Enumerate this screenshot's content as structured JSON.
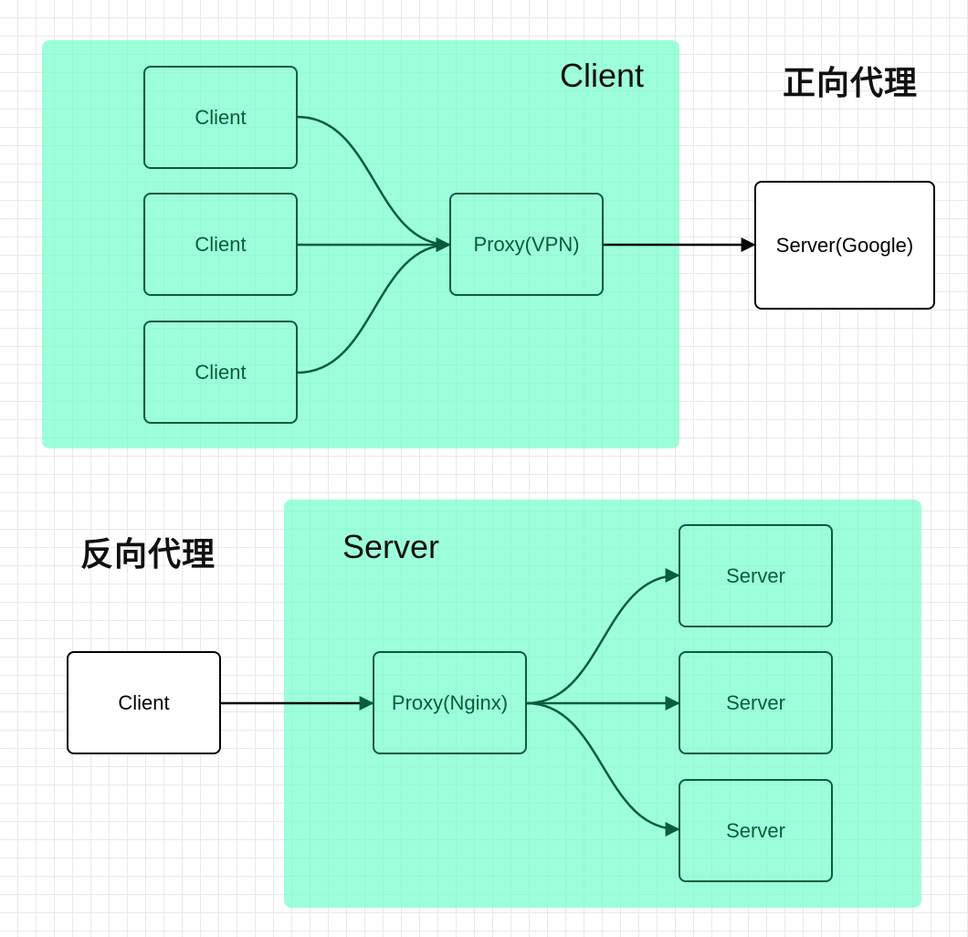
{
  "forward_proxy": {
    "heading": "正向代理",
    "group_title": "Client",
    "clients": [
      "Client",
      "Client",
      "Client"
    ],
    "proxy_label": "Proxy(VPN)",
    "server_label": "Server(Google)"
  },
  "reverse_proxy": {
    "heading": "反向代理",
    "group_title": "Server",
    "client_label": "Client",
    "proxy_label": "Proxy(Nginx)",
    "servers": [
      "Server",
      "Server",
      "Server"
    ]
  },
  "colors": {
    "group_fill": "#9cffd6",
    "group_edge": "#0a5c3d",
    "plain_edge": "#000000"
  }
}
